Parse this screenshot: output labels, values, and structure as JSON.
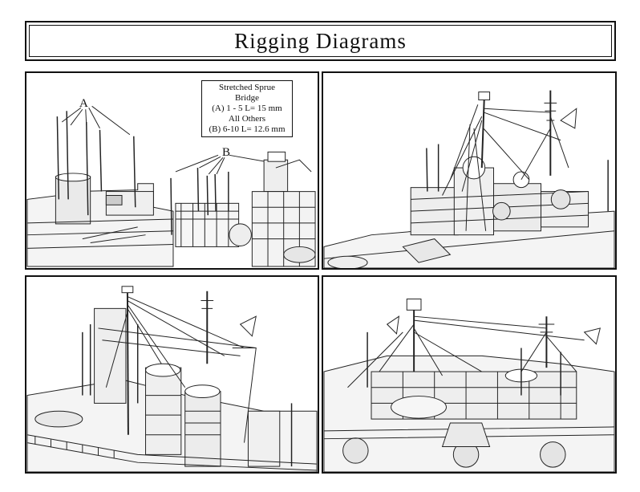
{
  "page": {
    "title": "Rigging Diagrams"
  },
  "legend": {
    "lines": [
      "Stretched Sprue",
      "Bridge",
      "(A) 1 - 5 L= 15 mm",
      "All Others",
      "(B) 6-10 L= 12.6 mm"
    ]
  },
  "callouts": {
    "a": "A",
    "b": "B"
  },
  "panels": [
    {
      "id": "p1",
      "subject": "bridge-rigging"
    },
    {
      "id": "p2",
      "subject": "mast-rigging"
    },
    {
      "id": "p3",
      "subject": "superstructure-rigging"
    },
    {
      "id": "p4",
      "subject": "stern-rigging"
    }
  ]
}
